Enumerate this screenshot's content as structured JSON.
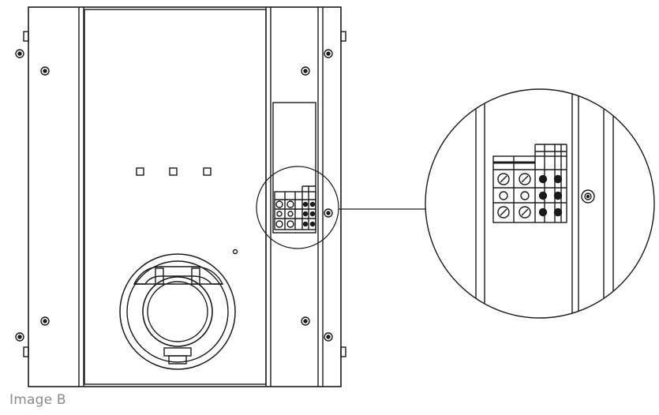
{
  "figure": {
    "caption": "Image B"
  },
  "indicators": {
    "status_lights": 3
  },
  "terminal_block": {
    "rows": 4,
    "columns": 6
  },
  "colors": {
    "line": "#1a1a1a",
    "caption": "#8a8a8a",
    "background": "#ffffff"
  }
}
